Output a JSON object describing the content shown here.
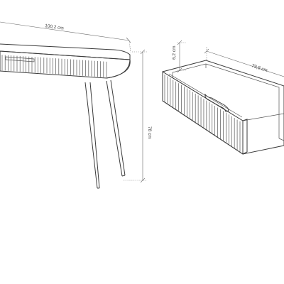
{
  "dimensions": {
    "width_label": "100,2 cm",
    "height_label": "78 cm",
    "drawer_height_label": "6,2 cm",
    "drawer_width_label": "79,8 cm"
  }
}
